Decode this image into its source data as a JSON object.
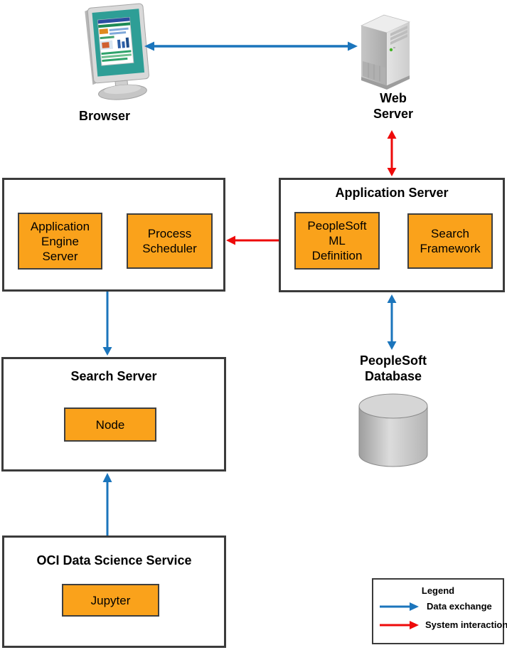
{
  "colors": {
    "data_exchange_blue": "#1B75BC",
    "system_interaction_red": "#EE0A0A",
    "component_orange": "#FAA21B",
    "box_border": "#3B3B3B"
  },
  "nodes": {
    "browser": {
      "label": "Browser"
    },
    "web_server": {
      "label": "Web\nServer"
    },
    "application_server": {
      "title": "Application Server",
      "components": {
        "peoplesoft_ml_definition": "PeopleSoft\nML\nDefinition",
        "search_framework": "Search\nFramework"
      }
    },
    "batch_server": {
      "components": {
        "application_engine_server": "Application\nEngine\nServer",
        "process_scheduler": "Process\nScheduler"
      }
    },
    "search_server": {
      "title": "Search Server",
      "components": {
        "node": "Node"
      }
    },
    "oci_data_science": {
      "title": "OCI Data Science Service",
      "components": {
        "jupyter": "Jupyter"
      }
    },
    "peoplesoft_database": {
      "label": "PeopleSoft\nDatabase"
    }
  },
  "connections": [
    {
      "from": "Browser",
      "to": "Web Server",
      "type": "Data exchange",
      "color": "#1B75BC",
      "bidirectional": true
    },
    {
      "from": "Web Server",
      "to": "Application Server",
      "type": "System interaction",
      "color": "#EE0A0A",
      "bidirectional": true
    },
    {
      "from": "Application Server",
      "to": "Batch Server (Application Engine Server / Process Scheduler)",
      "type": "System interaction",
      "color": "#EE0A0A",
      "bidirectional": false
    },
    {
      "from": "Batch Server (Application Engine Server / Process Scheduler)",
      "to": "Search Server",
      "type": "Data exchange",
      "color": "#1B75BC",
      "bidirectional": false
    },
    {
      "from": "Application Server",
      "to": "PeopleSoft Database",
      "type": "Data exchange",
      "color": "#1B75BC",
      "bidirectional": true
    },
    {
      "from": "OCI Data Science Service",
      "to": "Search Server",
      "type": "Data exchange",
      "color": "#1B75BC",
      "bidirectional": false
    }
  ],
  "legend": {
    "title": "Legend",
    "items": [
      {
        "label": "Data exchange",
        "color": "#1B75BC"
      },
      {
        "label": "System interaction",
        "color": "#EE0A0A"
      }
    ]
  }
}
